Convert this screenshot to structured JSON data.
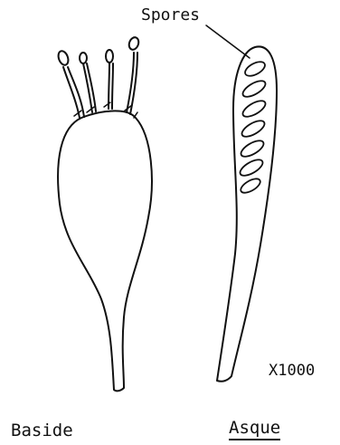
{
  "labels": {
    "spores": "Spores",
    "scale": "X1000",
    "basidium": "Baside",
    "ascus": "Asque"
  },
  "colors": {
    "ink": "#111111",
    "background": "#ffffff"
  }
}
